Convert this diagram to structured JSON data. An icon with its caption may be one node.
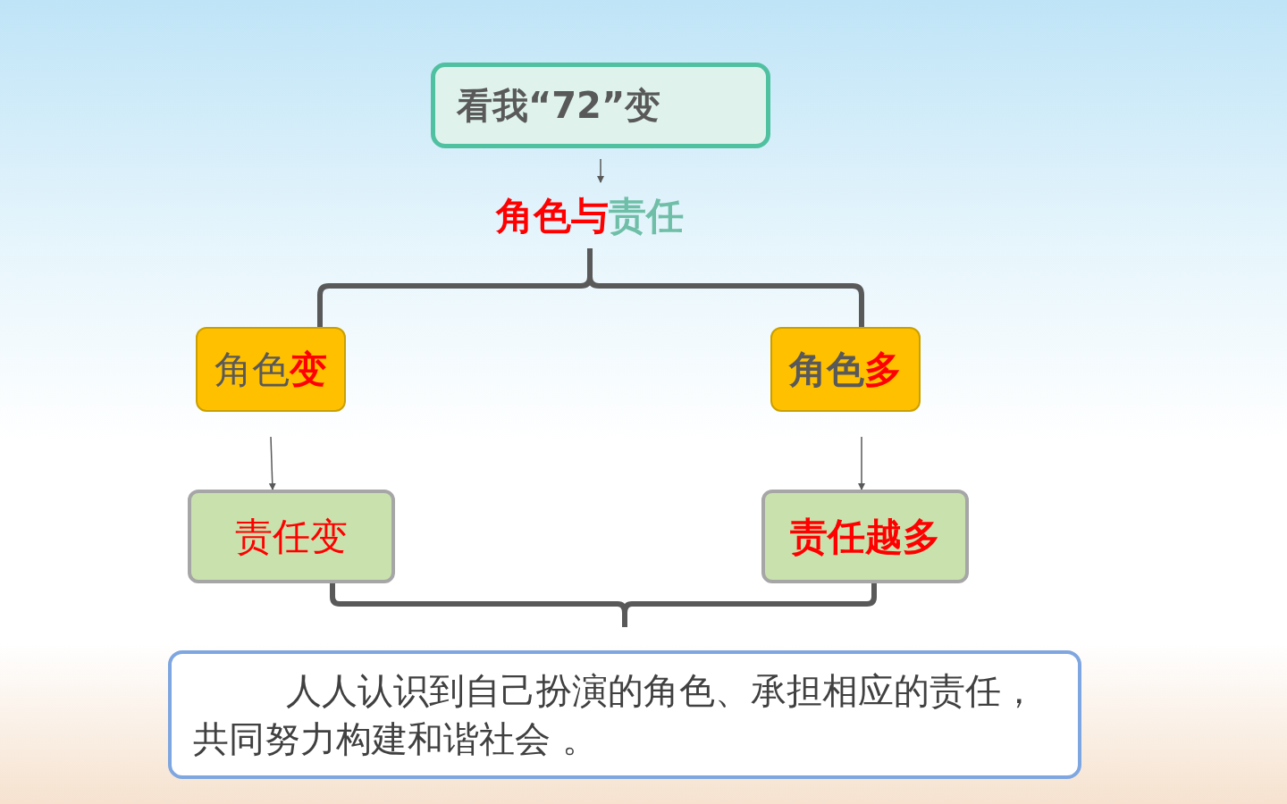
{
  "diagram": {
    "nodes": [
      {
        "text": [
          "看我“72”变"
        ]
      },
      {
        "text": [
          "角色与",
          "责任"
        ]
      },
      {
        "text": [
          "角色",
          "变"
        ]
      },
      {
        "text": [
          "角色",
          "多"
        ]
      },
      {
        "text": [
          "责任变"
        ]
      },
      {
        "text": [
          "责任越多"
        ]
      },
      {
        "text": [
          "人人认识到自己扮演的角色、承担相应的责任，共同努力构建和谐社会 。"
        ]
      }
    ],
    "edges": [
      {
        "from": 0,
        "to": 1,
        "arrow": "to"
      },
      {
        "from": 1,
        "to": 2,
        "arrow": "none"
      },
      {
        "from": 1,
        "to": 3,
        "arrow": "none"
      },
      {
        "from": 2,
        "to": 4,
        "arrow": "to"
      },
      {
        "from": 3,
        "to": 5,
        "arrow": "to"
      },
      {
        "from": 4,
        "to": 6,
        "arrow": "none"
      },
      {
        "from": 5,
        "to": 6,
        "arrow": "none"
      }
    ]
  }
}
